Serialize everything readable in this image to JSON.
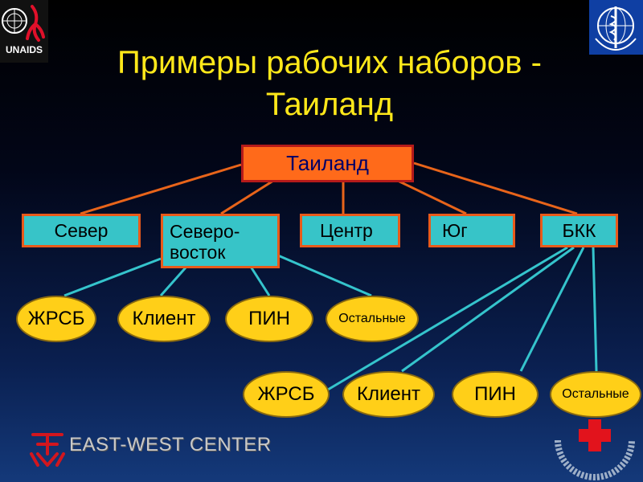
{
  "title": "Примеры рабочих наборов -\nТаиланд",
  "hierarchy": {
    "root": "Таиланд",
    "regions": [
      "Север",
      "Северо-\nвосток",
      "Центр",
      "Юг",
      "БКК"
    ],
    "northeast_groups": [
      "ЖРСБ",
      "Клиент",
      "ПИН",
      "Остальные"
    ],
    "bkk_groups": [
      "ЖРСБ",
      "Клиент",
      "ПИН",
      "Остальные"
    ]
  },
  "logos": {
    "unaids": "UNAIDS",
    "east_west_center": "EAST-WEST CENTER",
    "who_icon": "who-emblem-icon",
    "red_cross_icon": "red-cross-icon"
  },
  "colors": {
    "title": "#ffe81a",
    "root_fill": "#ff6a1a",
    "region_fill": "#37c4c8",
    "group_fill": "#ffcf18",
    "connector_orange": "#e8641a",
    "connector_cyan": "#35c4cc"
  }
}
